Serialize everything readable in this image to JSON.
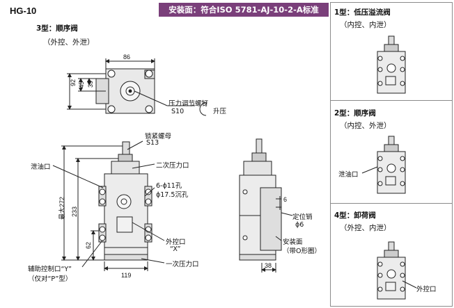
{
  "header": {
    "model": "HG-10",
    "standard": "安装面：符合ISO 5781-AJ-10-2-A标准"
  },
  "main": {
    "title": "3型：顺序阀",
    "subtitle": "（外控、外泄）",
    "dimensions": {
      "top_width": "86",
      "top_h1": "45",
      "top_h2": "39",
      "top_h3": "92",
      "front_total": "最大272",
      "front_h": "233",
      "front_low": "62",
      "front_width": "119",
      "side_offset": "6",
      "side_width": "38"
    },
    "labels": {
      "pressure_screw": "压力调节螺钉",
      "pressure_screw_size": "S10",
      "raise_pressure": "升压",
      "lock_nut": "锁紧螺母",
      "lock_nut_size": "S13",
      "drain_port": "泄油口",
      "secondary_port": "二次压力口",
      "holes_1": "6-ϕ11孔",
      "holes_2": "ϕ17.5沉孔",
      "external_control": "外控口",
      "x_mark": "“X”",
      "primary_port": "一次压力口",
      "aux_port": "辅助控制口“Y”",
      "aux_port_note": "（仅对“P”型）",
      "locating_pin": "定位销",
      "locating_pin_size": "ϕ6",
      "mounting_face": "安装面",
      "mounting_face_note": "（带O形圈）"
    }
  },
  "sidebar": {
    "items": [
      {
        "title": "1型：低压溢流阀",
        "subtitle": "（内控、内泄）",
        "callout": ""
      },
      {
        "title": "2型：顺序阀",
        "subtitle": "（内控、外泄）",
        "callout": "泄油口"
      },
      {
        "title": "4型：卸荷阀",
        "subtitle": "（外控、内泄）",
        "callout": "外控口"
      }
    ]
  }
}
